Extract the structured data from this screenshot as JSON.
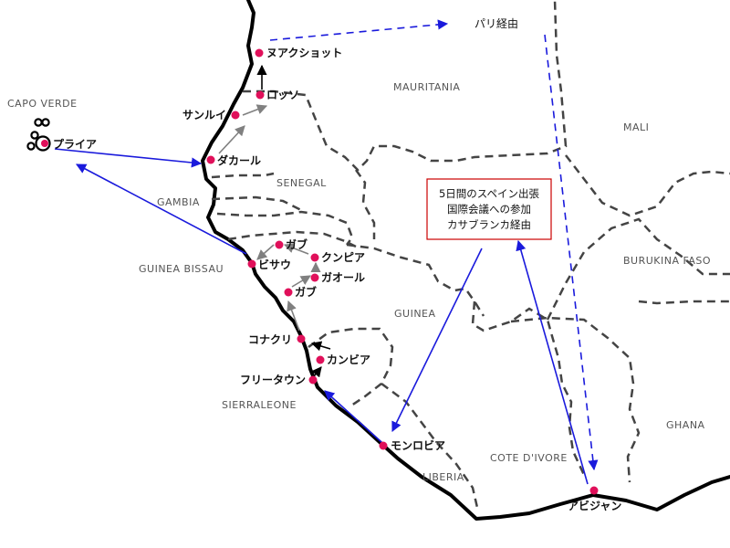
{
  "countries": {
    "capo_verde": "CAPO VERDE",
    "mauritania": "MAURITANIA",
    "mali": "MALI",
    "senegal": "SENEGAL",
    "gambia": "GAMBIA",
    "guinea_bissau": "GUINEA BISSAU",
    "guinea": "GUINEA",
    "burkina_faso": "BURUKINA FASO",
    "sierra_leone": "SIERRALEONE",
    "cote_divoire": "COTE D'IVORE",
    "liberia": "LIBERIA",
    "ghana": "GHANA"
  },
  "cities": {
    "nouakchott": "ヌアクショット",
    "rosso": "ロッソ",
    "saint_louis": "サンルイ",
    "dakar": "ダカール",
    "praia": "プライア",
    "gabu_north": "ガブ",
    "bissau": "ビサウ",
    "kumpia": "クンピア",
    "gaoal": "ガオール",
    "gabu_south": "ガブ",
    "conakry": "コナクリ",
    "kambia": "カンビア",
    "freetown": "フリータウン",
    "monrovia": "モンロビア",
    "abidjan": "アビジャン"
  },
  "paris_label": "パリ経由",
  "note": {
    "line1": "5日間のスペイン出張",
    "line2": "国際会議への参加",
    "line3": "カサブランカ経由"
  },
  "colors": {
    "coast": "#000000",
    "border": "#444444",
    "route_blue": "#1a1adc",
    "route_gray": "#808080",
    "route_black": "#000000",
    "city_dot": "#e0105a",
    "note_border": "#cc0000"
  }
}
